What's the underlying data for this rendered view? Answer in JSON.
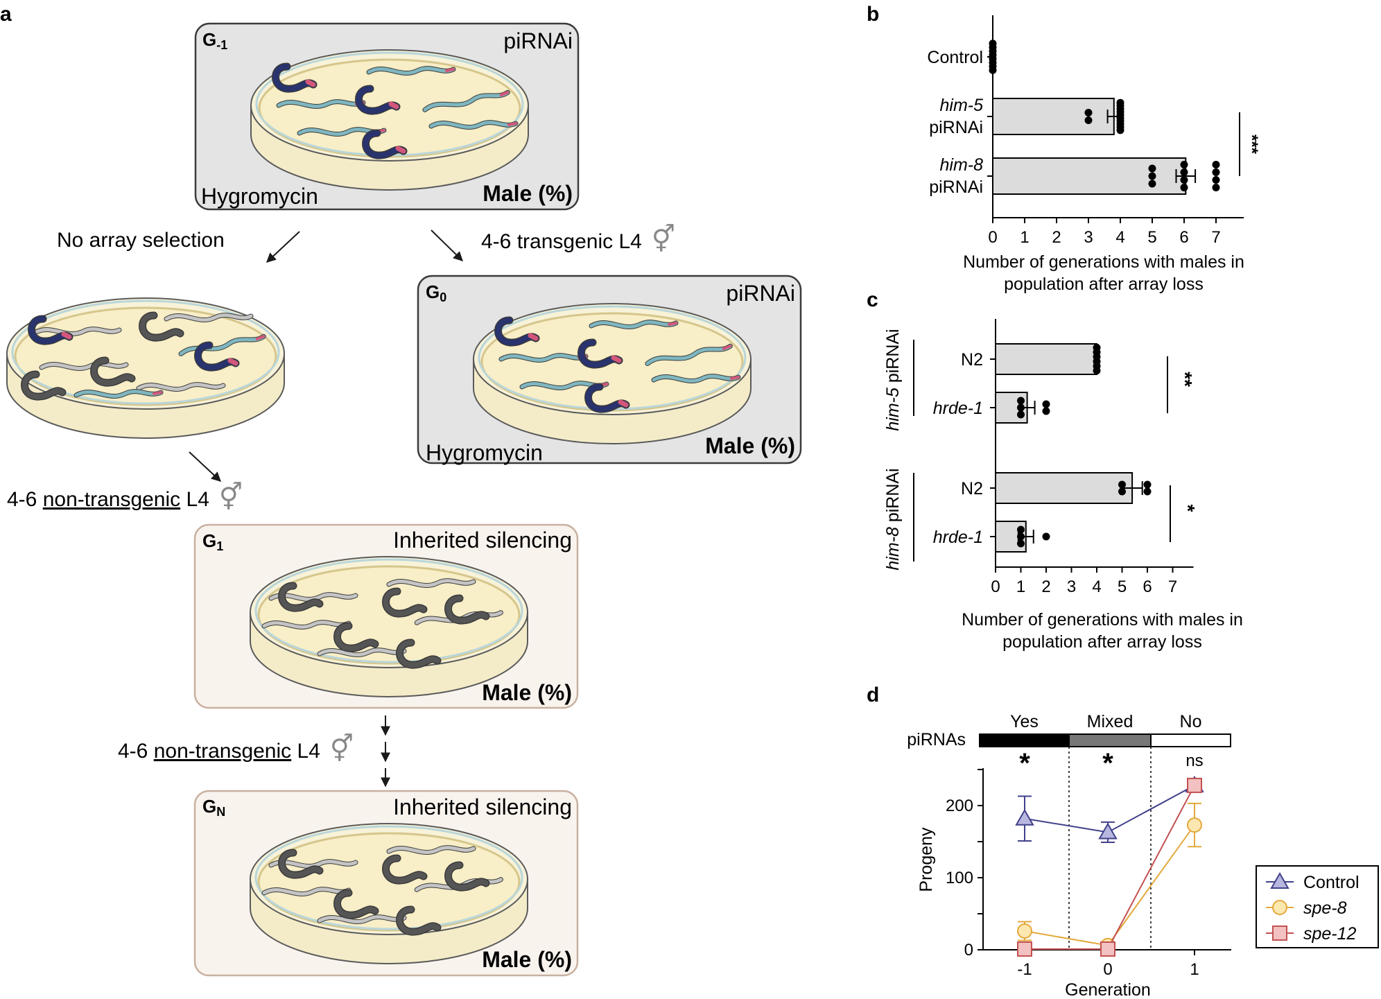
{
  "panel_labels": {
    "a": "a",
    "b": "b",
    "c": "c",
    "d": "d"
  },
  "panel_a": {
    "boxes": [
      {
        "gen": "G",
        "sub": "-1",
        "top_right": "piRNAi",
        "bottom_left": "Hygromycin",
        "bottom_right": "Male (%)"
      },
      {
        "gen": "G",
        "sub": "0",
        "top_right": "piRNAi",
        "bottom_left": "Hygromycin",
        "bottom_right": "Male (%)"
      },
      {
        "gen": "G",
        "sub": "1",
        "top_right": "Inherited silencing",
        "bottom_left": "",
        "bottom_right": "Male (%)"
      },
      {
        "gen": "G",
        "sub": "N",
        "top_right": "Inherited silencing",
        "bottom_left": "",
        "bottom_right": "Male (%)"
      }
    ],
    "flow": {
      "no_array": "No array selection",
      "transgenic": "4-6 transgenic L4",
      "nontrans_prefix": "4-6 ",
      "nontrans_underlined": "non-transgenic",
      "nontrans_suffix": " L4",
      "hermaphrodite_symbol": "⚥"
    },
    "worm_colors": {
      "transgenic": "#29336e",
      "silenced": "#555555",
      "wild": "#7fb6bf",
      "ghost": "#c4c4c4",
      "tip": "#d2577a"
    }
  },
  "chart_data": [
    {
      "panel": "b",
      "type": "bar",
      "orientation": "horizontal",
      "categories": [
        {
          "line1": "Control",
          "line1_italic": false,
          "line2": ""
        },
        {
          "line1": "him-5",
          "line1_italic": true,
          "line2": "piRNAi"
        },
        {
          "line1": "him-8",
          "line1_italic": true,
          "line2": "piRNAi"
        }
      ],
      "values": [
        0,
        3.8,
        6.05
      ],
      "errors": [
        0,
        0.2,
        0.3
      ],
      "points": [
        [
          0,
          0,
          0,
          0,
          0,
          0,
          0,
          0
        ],
        [
          3,
          3,
          4,
          4,
          4,
          4,
          4,
          4,
          4,
          4,
          4,
          4
        ],
        [
          5,
          5,
          5,
          6,
          6,
          6,
          6,
          7,
          7,
          7,
          7
        ]
      ],
      "xticks": [
        "0",
        "1",
        "2",
        "3",
        "4",
        "5",
        "6",
        "7"
      ],
      "xlim": [
        0,
        7
      ],
      "xlabel_line1": "Number of generations with males in",
      "xlabel_line2": "population after array loss",
      "significance": "***"
    },
    {
      "panel": "c",
      "type": "bar",
      "orientation": "horizontal",
      "groups": [
        {
          "gene": "him-5",
          "suffix": " piRNAi",
          "categories": [
            {
              "label": "N2",
              "italic": false
            },
            {
              "label": "hrde-1",
              "italic": true
            }
          ],
          "values": [
            4,
            1.25
          ],
          "errors": [
            0,
            0.3
          ],
          "points": [
            [
              4,
              4,
              4,
              4,
              4,
              4
            ],
            [
              1,
              1,
              1,
              2,
              2
            ]
          ],
          "significance": "**"
        },
        {
          "gene": "him-8",
          "suffix": " piRNAi",
          "categories": [
            {
              "label": "N2",
              "italic": false
            },
            {
              "label": "hrde-1",
              "italic": true
            }
          ],
          "values": [
            5.4,
            1.2
          ],
          "errors": [
            0.4,
            0.3
          ],
          "points": [
            [
              5,
              5,
              6,
              6
            ],
            [
              1,
              1,
              1,
              2
            ]
          ],
          "significance": "*"
        }
      ],
      "xticks": [
        "0",
        "1",
        "2",
        "3",
        "4",
        "5",
        "6",
        "7"
      ],
      "xlim": [
        0,
        7
      ],
      "xlabel_line1": "Number of generations with males in",
      "xlabel_line2": "population after array loss"
    },
    {
      "panel": "d",
      "type": "line",
      "x": [
        -1,
        0,
        1
      ],
      "xticks": [
        "-1",
        "0",
        "1"
      ],
      "xlabel": "Generation",
      "ylabel": "Progeny",
      "yticks": [
        "0",
        "100",
        "200"
      ],
      "ylim": [
        0,
        260
      ],
      "series": [
        {
          "name": "Control",
          "italic": false,
          "values": [
            182,
            163,
            228
          ],
          "errors": [
            31,
            14,
            0
          ],
          "color": "#40408a",
          "fill": "#b7b7df",
          "marker": "triangle"
        },
        {
          "name": "spe-8",
          "italic": true,
          "values": [
            26,
            6,
            173
          ],
          "errors": [
            13,
            0,
            30
          ],
          "color": "#e3a93c",
          "fill": "#fde7b0",
          "marker": "circle"
        },
        {
          "name": "spe-12",
          "italic": true,
          "values": [
            1,
            1,
            228
          ],
          "errors": [
            0,
            0,
            0
          ],
          "color": "#c25050",
          "fill": "#f3c1c1",
          "marker": "square"
        }
      ],
      "pirna_bar": {
        "label": "piRNAs",
        "segments": [
          {
            "label": "Yes",
            "color": "#000000"
          },
          {
            "label": "Mixed",
            "color": "#777777"
          },
          {
            "label": "No",
            "color": "#ffffff"
          }
        ]
      },
      "significance": [
        "*",
        "*",
        "ns"
      ]
    }
  ]
}
